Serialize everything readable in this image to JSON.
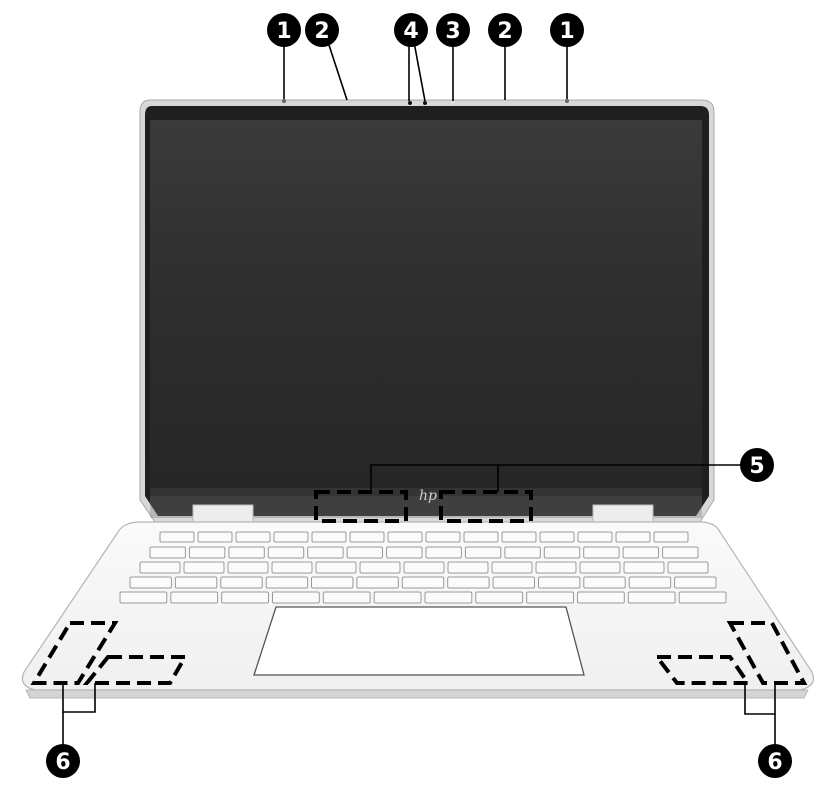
{
  "diagram": {
    "subject": "Laptop front view (display open) with component callouts",
    "brand_logo": "hp",
    "colors": {
      "background": "#ffffff",
      "screen": "#2b2b2b",
      "bezel": "#1e1e1e",
      "chassis": "#f4f4f4",
      "callout": "#000000",
      "callout_text": "#ffffff"
    },
    "callouts": [
      {
        "number": "1",
        "label": "callout-1-left",
        "target": "left display component"
      },
      {
        "number": "2",
        "label": "callout-2-left",
        "target": "left display component"
      },
      {
        "number": "4",
        "label": "callout-4",
        "target": "two adjacent camera-area components"
      },
      {
        "number": "3",
        "label": "callout-3",
        "target": "center camera component"
      },
      {
        "number": "2",
        "label": "callout-2-right",
        "target": "right display component"
      },
      {
        "number": "1",
        "label": "callout-1-right",
        "target": "right display component"
      },
      {
        "number": "5",
        "label": "callout-5",
        "target": "two dashed regions in bottom bezel"
      },
      {
        "number": "6",
        "label": "callout-6-left",
        "target": "two dashed regions on left palm rest"
      },
      {
        "number": "6",
        "label": "callout-6-right",
        "target": "two dashed regions on right palm rest"
      }
    ]
  }
}
